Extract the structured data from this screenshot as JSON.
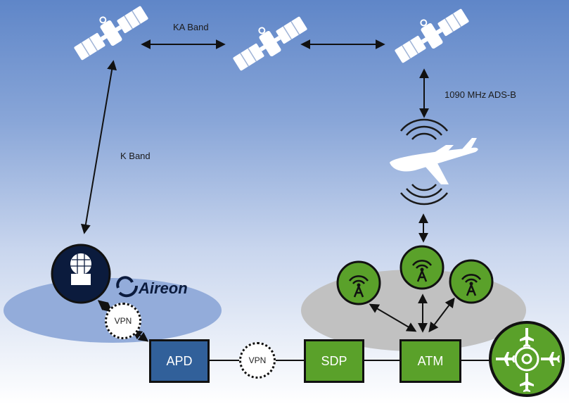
{
  "links": {
    "ka_band": "KA Band",
    "k_band": "K Band",
    "adsb": "1090 MHz ADS-B"
  },
  "brand": "Aireon",
  "boxes": {
    "apd": "APD",
    "sdp": "SDP",
    "atm": "ATM"
  },
  "vpn_label": "VPN",
  "colors": {
    "apd": "#31609a",
    "green": "#5aa12a",
    "ground_blue": "#93acda",
    "ground_gray": "#c1c1c1",
    "station": "#0b1b3d"
  },
  "icons": [
    "satellite-icon",
    "ground-station-icon",
    "aircraft-icon",
    "radio-tower-icon",
    "airport-icon"
  ]
}
